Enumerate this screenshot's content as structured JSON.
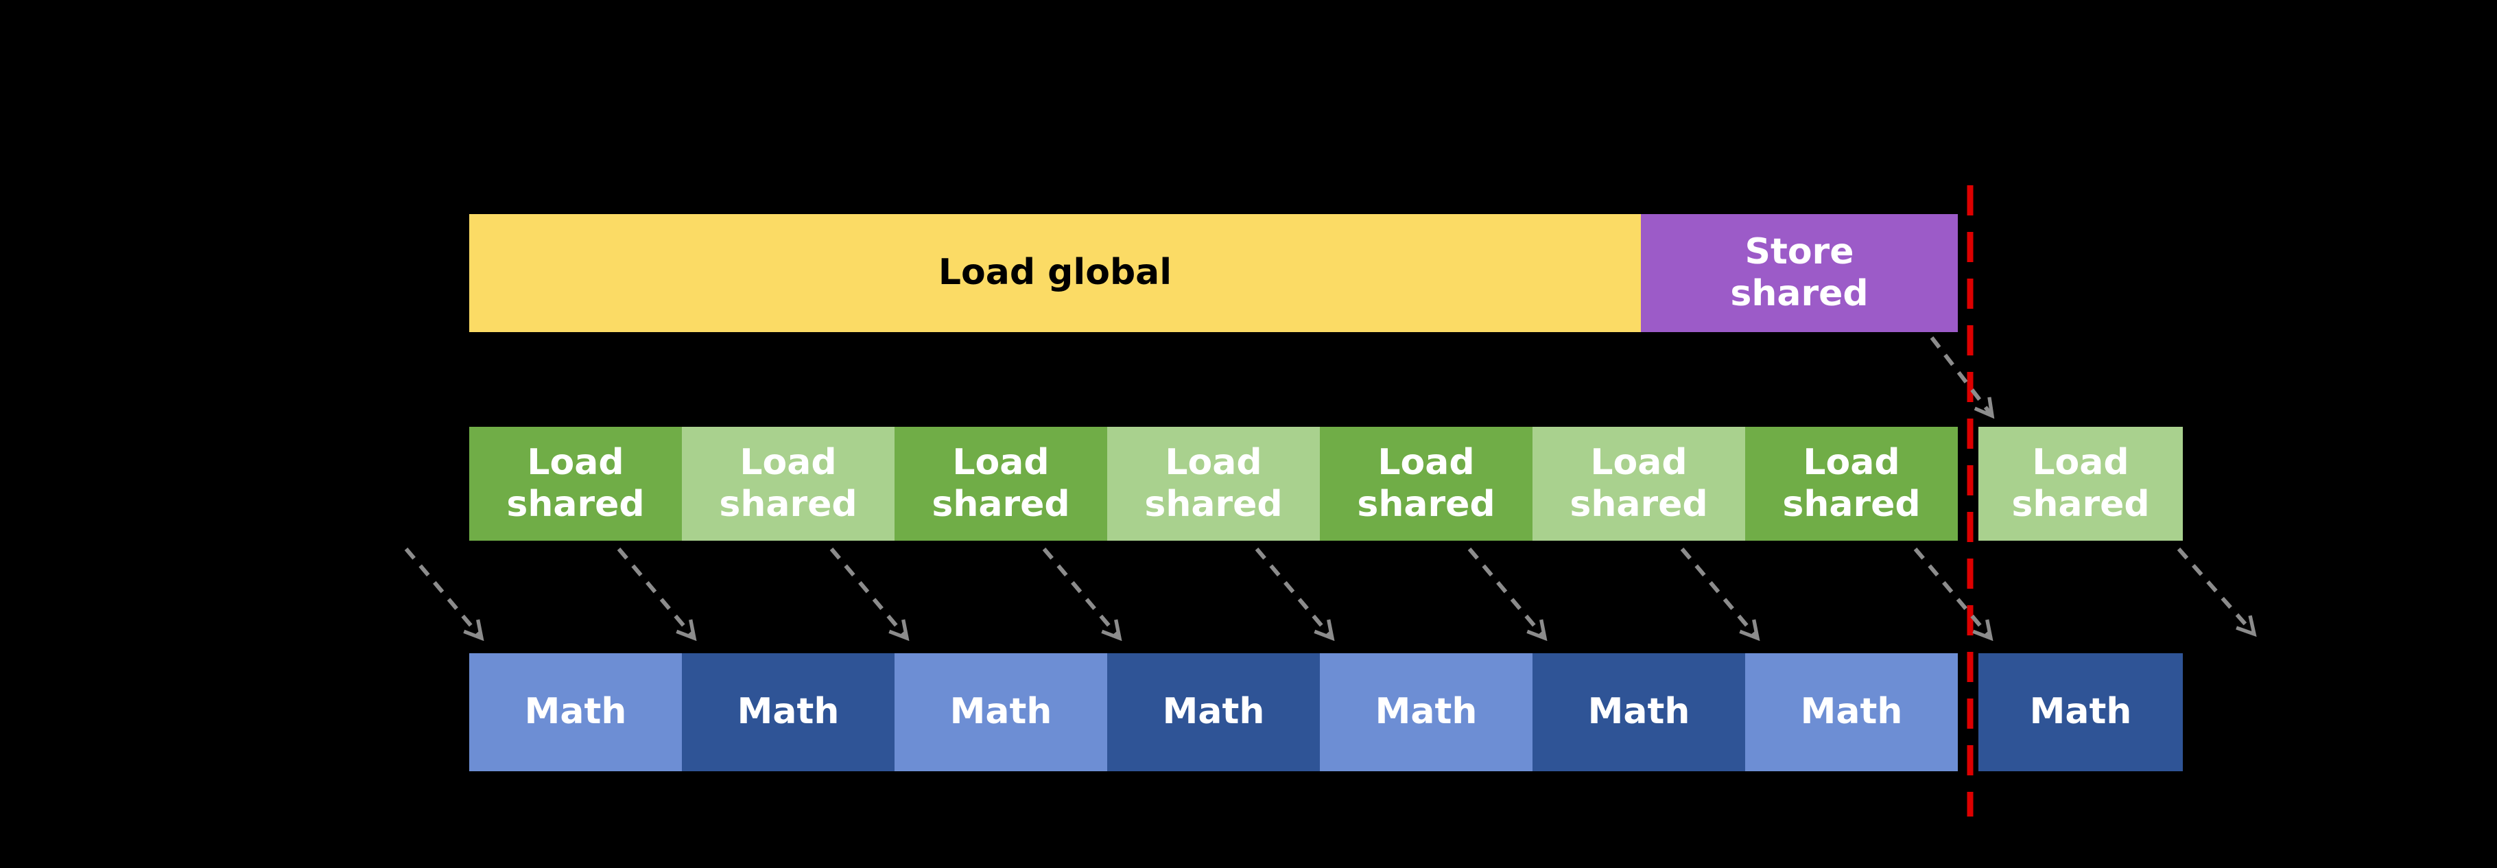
{
  "diagram": {
    "background_color": "#000000",
    "colors": {
      "load_global": "#FBDB65",
      "store_shared": "#9C5BC8",
      "load_shared_dark": "#70AD47",
      "load_shared_light": "#A9D18E",
      "math_light": "#6D8ED4",
      "math_dark": "#2F5496",
      "boundary_line": "#DD0000",
      "arrow": "#8C8C8C",
      "label_on_yellow": "#000000",
      "label_on_color": "#FFFFFF"
    },
    "top_row": {
      "load_global": "Load global",
      "store_shared": "Store\nshared"
    },
    "load_shared_row": [
      {
        "label": "Load\nshared",
        "shade": "dark"
      },
      {
        "label": "Load\nshared",
        "shade": "light"
      },
      {
        "label": "Load\nshared",
        "shade": "dark"
      },
      {
        "label": "Load\nshared",
        "shade": "light"
      },
      {
        "label": "Load\nshared",
        "shade": "dark"
      },
      {
        "label": "Load\nshared",
        "shade": "light"
      },
      {
        "label": "Load\nshared",
        "shade": "dark"
      },
      {
        "label": "Load\nshared",
        "shade": "light"
      }
    ],
    "math_row": [
      {
        "label": "Math",
        "shade": "light"
      },
      {
        "label": "Math",
        "shade": "dark"
      },
      {
        "label": "Math",
        "shade": "light"
      },
      {
        "label": "Math",
        "shade": "dark"
      },
      {
        "label": "Math",
        "shade": "light"
      },
      {
        "label": "Math",
        "shade": "dark"
      },
      {
        "label": "Math",
        "shade": "light"
      },
      {
        "label": "Math",
        "shade": "dark"
      }
    ]
  }
}
